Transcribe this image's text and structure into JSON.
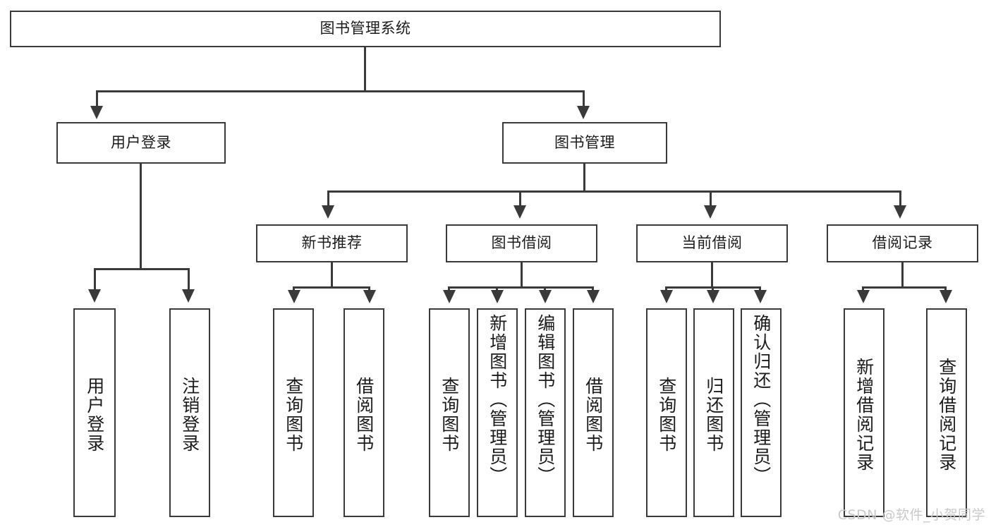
{
  "diagram": {
    "type": "tree",
    "title": "图书管理系统",
    "watermark": "CSDN @软件_小贺同学",
    "colors": {
      "background": "#ffffff",
      "box_border": "#3a3a3a",
      "box_fill": "#ffffff",
      "text": "#1b1b1b",
      "connector": "#3a3a3a",
      "watermark": "#c9c9c9"
    },
    "root": {
      "label": "图书管理系统"
    },
    "level1": [
      {
        "label": "用户登录"
      },
      {
        "label": "图书管理"
      }
    ],
    "level2": [
      {
        "label": "新书推荐"
      },
      {
        "label": "图书借阅"
      },
      {
        "label": "当前借阅"
      },
      {
        "label": "借阅记录"
      }
    ],
    "leaves": {
      "user_login": [
        {
          "label": "用户登录"
        },
        {
          "label": "注销登录"
        }
      ],
      "new_book": [
        {
          "label": "查询图书"
        },
        {
          "label": "借阅图书"
        }
      ],
      "book_borrow": [
        {
          "label": "查询图书"
        },
        {
          "label": "新增图书（管理员）"
        },
        {
          "label": "编辑图书（管理员）"
        },
        {
          "label": "借阅图书"
        }
      ],
      "current_borrow": [
        {
          "label": "查询图书"
        },
        {
          "label": "归还图书"
        },
        {
          "label": "确认归还（管理员）"
        }
      ],
      "borrow_record": [
        {
          "label": "新增借阅记录"
        },
        {
          "label": "查询借阅记录"
        }
      ]
    }
  }
}
